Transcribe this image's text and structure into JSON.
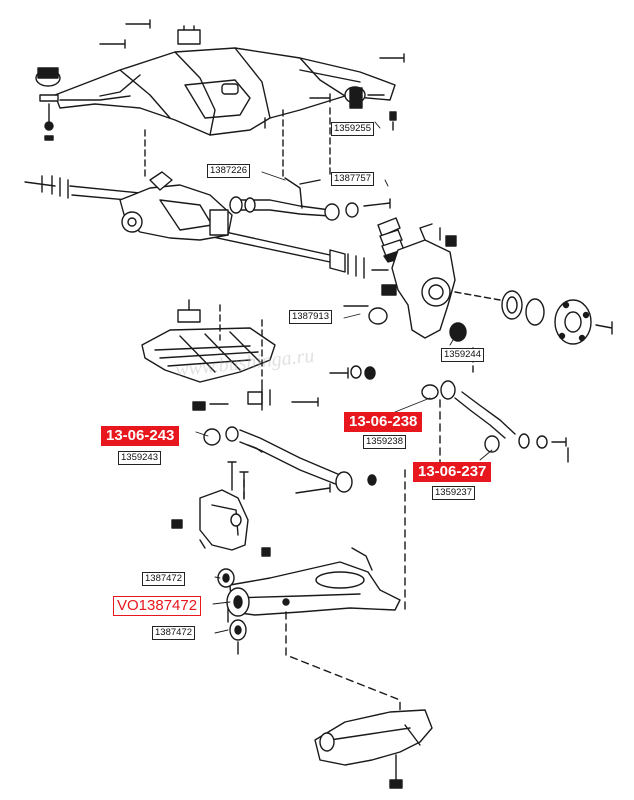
{
  "colors": {
    "line": "#1a1a1a",
    "accent": "#e8161d",
    "watermark": "#bbbbbb"
  },
  "callouts": {
    "c_1359255": "1359255",
    "c_1387226": "1387226",
    "c_1387757": "1387757",
    "c_1387913": "1387913",
    "c_1359244": "1359244",
    "c_1359243": "1359243",
    "c_1359238": "1359238",
    "c_1359237": "1359237",
    "c_1387472_top": "1387472",
    "c_1387472_bottom": "1387472"
  },
  "highlights": {
    "h_13_06_243": "13-06-243",
    "h_13_06_238": "13-06-238",
    "h_13_06_237": "13-06-237",
    "h_vo1387472": "VO1387472"
  },
  "watermark": "www.bushinga.ru"
}
